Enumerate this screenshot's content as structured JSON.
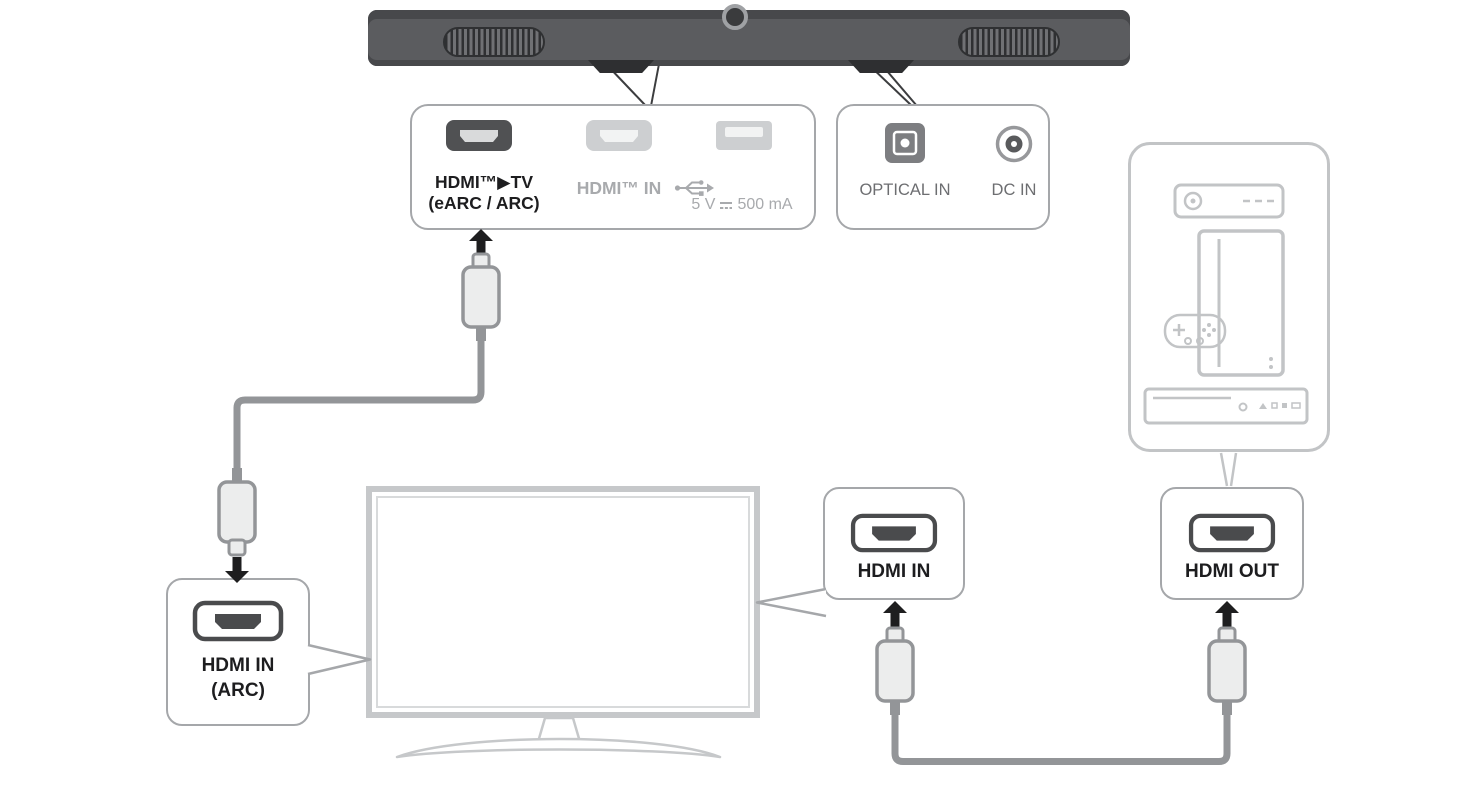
{
  "diagram": {
    "name": "Soundbar HDMI / optical connection diagram",
    "soundbar_panel": {
      "hdmi_tv_label_line1": "HDMI™▶TV",
      "hdmi_tv_label_line2": "(eARC / ARC)",
      "hdmi_in_label": "HDMI™ IN",
      "usb_rating_prefix": "5 V",
      "usb_rating_suffix": "500 mA"
    },
    "power_panel": {
      "optical_label": "OPTICAL IN",
      "dc_label": "DC IN"
    },
    "tv_arc_panel": {
      "label_line1": "HDMI IN",
      "label_line2": "(ARC)"
    },
    "tv_hdmi_in_panel": {
      "label": "HDMI IN"
    },
    "device_hdmi_out_panel": {
      "label": "HDMI OUT"
    }
  },
  "icons": {
    "hdmi-port-icon": "rounded rectangle with trapezoid slot",
    "usb-port-icon": "rectangle with inner tongue",
    "usb-trident-icon": "USB trident symbol",
    "dc-symbol-icon": "solid line over dashed line (⎓)",
    "optical-port-icon": "square toslink jack with circle",
    "dc-port-icon": "concentric circle power jack",
    "arrow-up-icon": "solid up arrow with stem",
    "arrow-down-icon": "solid down arrow with stem",
    "hdmi-plug-icon": "HDMI cable connector plug",
    "set-top-box-icon": "set-top box outline",
    "game-console-icon": "game console with controller outline",
    "disc-player-icon": "disc player outline",
    "soundbar": "soundbar with grilles outline",
    "tv": "television with stand outline"
  },
  "colors": {
    "soundbar_body": "#5b5c5f",
    "soundbar_dark": "#47484b",
    "panel_border": "#a5a7aa",
    "active_port": "#4a4b4d",
    "inactive_port": "#cdcfd1",
    "cable": "#939598",
    "arrow": "#1e1e1f",
    "label_active": "#1d1d1f",
    "label_inactive": "#a8aaad",
    "label_power": "#6d6e71",
    "device_outline": "#c2c4c6",
    "tv_outline": "#c6c8ca"
  }
}
